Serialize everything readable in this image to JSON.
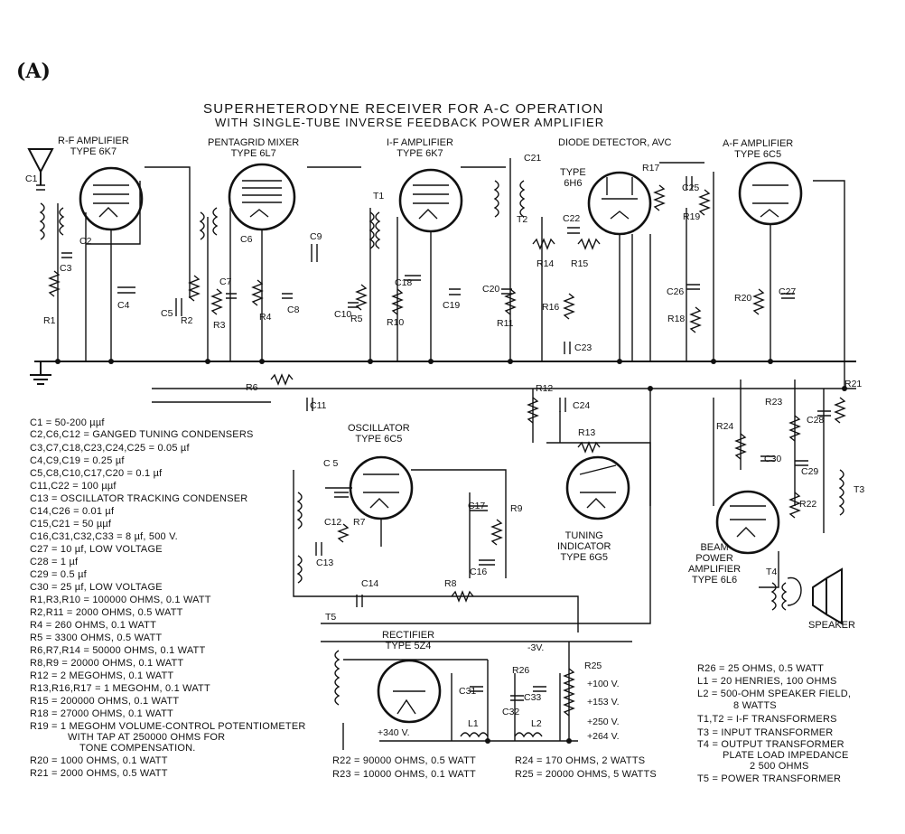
{
  "figure_mark": "(A)",
  "title": {
    "line1": "SUPERHETERODYNE RECEIVER FOR A-C OPERATION",
    "line2": "WITH SINGLE-TUBE INVERSE FEEDBACK POWER AMPLIFIER"
  },
  "stages": [
    {
      "name": "R-F AMPLIFIER",
      "type": "TYPE 6K7"
    },
    {
      "name": "PENTAGRID MIXER",
      "type": "TYPE 6L7"
    },
    {
      "name": "I-F AMPLIFIER",
      "type": "TYPE 6K7"
    },
    {
      "name": "DIODE DETECTOR, AVC",
      "type": ""
    },
    {
      "name": "TYPE",
      "type": "6H6"
    },
    {
      "name": "A-F AMPLIFIER",
      "type": "TYPE 6C5"
    },
    {
      "name": "OSCILLATOR",
      "type": "TYPE 6C5"
    },
    {
      "name": "TUNING",
      "type": "INDICATOR"
    },
    {
      "name": "TYPE 6G5",
      "type": ""
    },
    {
      "name": "BEAM",
      "type": "POWER"
    },
    {
      "name": "AMPLIFIER",
      "type": "TYPE 6L6"
    },
    {
      "name": "RECTIFIER",
      "type": "TYPE 5Z4"
    },
    {
      "name": "SPEAKER",
      "type": ""
    }
  ],
  "components": {
    "C1": "C1",
    "C2": "C2",
    "C3": "C3",
    "C4": "C4",
    "C5a": "C5",
    "C5b": "C 5",
    "C6": "C6",
    "C7": "C7",
    "C8": "C8",
    "C9": "C9",
    "C10": "C10",
    "C11": "C11",
    "C12": "C12",
    "C13": "C13",
    "C14": "C14",
    "C16": "C16",
    "C17": "C17",
    "C18": "C18",
    "C19": "C19",
    "C20": "C20",
    "C21": "C21",
    "C22": "C22",
    "C23": "C23",
    "C24": "C24",
    "C25": "C25",
    "C26": "C26",
    "C27": "C27",
    "C28": "C28",
    "C29": "C29",
    "C30": "C30",
    "C31": "C31",
    "C32": "C32",
    "C33": "C33",
    "R1": "R1",
    "R2": "R2",
    "R3": "R3",
    "R4": "R4",
    "R5": "R5",
    "R6": "R6",
    "R7": "R7",
    "R8": "R8",
    "R9": "R9",
    "R10": "R10",
    "R11": "R11",
    "R12": "R12",
    "R13": "R13",
    "R14": "R14",
    "R15": "R15",
    "R16": "R16",
    "R17": "R17",
    "R18": "R18",
    "R19": "R19",
    "R20": "R20",
    "R21": "R21",
    "R22": "R22",
    "R23": "R23",
    "R24": "R24",
    "R25": "R25",
    "R26": "R26",
    "T1": "T1",
    "T2": "T2",
    "T3": "T3",
    "T4": "T4",
    "T5": "T5",
    "L1": "L1",
    "L2": "L2"
  },
  "voltages": [
    "-3V.",
    "+100 V.",
    "+153 V.",
    "+250 V.",
    "+264 V.",
    "+340 V."
  ],
  "parts_list_left": [
    "C1 = 50-200 µµf",
    "C2,C6,C12 = GANGED TUNING CONDENSERS",
    "C3,C7,C18,C23,C24,C25 = 0.05 µf",
    "C4,C9,C19 = 0.25 µf",
    "C5,C8,C10,C17,C20 = 0.1 µf",
    "C11,C22 = 100 µµf",
    "C13 = OSCILLATOR TRACKING CONDENSER",
    "C14,C26 = 0.01 µf",
    "C15,C21 = 50 µµf",
    "C16,C31,C32,C33 = 8 µf, 500 V.",
    "C27 = 10 µf, LOW VOLTAGE",
    "C28 = 1 µf",
    "C29 = 0.5 µf",
    "C30 = 25 µf, LOW VOLTAGE",
    "R1,R3,R10 = 100000 OHMS, 0.1 WATT",
    "R2,R11 = 2000 OHMS, 0.5 WATT",
    "R4 = 260 OHMS, 0.1 WATT",
    "R5 = 3300 OHMS, 0.5 WATT",
    "R6,R7,R14 = 50000 OHMS, 0.1 WATT",
    "R8,R9 = 20000 OHMS, 0.1 WATT",
    "R12 = 2 MEGOHMS, 0.1 WATT",
    "R13,R16,R17 = 1 MEGOHM, 0.1 WATT",
    "R15 = 200000 OHMS, 0.1 WATT",
    "R18 = 27000 OHMS, 0.1 WATT",
    "R19 = 1 MEGOHM VOLUME-CONTROL POTENTIOMETER",
    "WITH TAP AT 250000 OHMS FOR",
    "TONE COMPENSATION.",
    "R20 = 1000 OHMS, 0.1 WATT",
    "R21 = 2000 OHMS, 0.5 WATT"
  ],
  "parts_list_bottom": [
    "R22 = 90000 OHMS, 0.5 WATT",
    "R23 = 10000 OHMS, 0.1 WATT",
    "R24 = 170 OHMS, 2 WATTS",
    "R25 = 20000 OHMS, 5 WATTS"
  ],
  "parts_list_right": [
    "R26 = 25 OHMS, 0.5 WATT",
    "L1 = 20 HENRIES, 100 OHMS",
    "L2 = 500-OHM SPEAKER FIELD,",
    "8 WATTS",
    "T1,T2 = I-F TRANSFORMERS",
    "T3 = INPUT TRANSFORMER",
    "T4 = OUTPUT TRANSFORMER",
    "PLATE LOAD IMPEDANCE",
    "2 500 OHMS",
    "T5 = POWER TRANSFORMER"
  ]
}
